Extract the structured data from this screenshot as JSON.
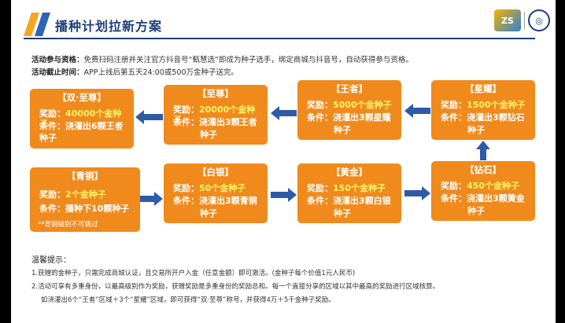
{
  "header": {
    "title": "播种计划拉新方案"
  },
  "info": {
    "qualify_label": "活动参与资格：",
    "qualify_text": "免费扫码注册并关注官方抖音号“甄慧选”即成为种子选手，绑定商城与抖音号，自动获得参与资格。",
    "deadline_label": "活动截止时间：",
    "deadline_text": "APP上线后第五天24:00或500万金种子送完。"
  },
  "cards": {
    "shuang_zhizun": {
      "title": "【双·至尊】",
      "reward_label": "奖励：",
      "reward_value": "40000个金种子",
      "cond_label": "条件：",
      "cond_line1": "浇灌出6颗王者",
      "cond_line2": "种子"
    },
    "zhizun": {
      "title": "【至尊】",
      "reward_label": "奖励：",
      "reward_value": "20000个金种子",
      "cond_label": "条件：",
      "cond_line1": "浇灌出3颗王者",
      "cond_line2": "种子"
    },
    "wangzhe": {
      "title": "【王者】",
      "reward_label": "奖励：",
      "reward_value": "5000个金种子",
      "cond_label": "条件：",
      "cond_line1": "浇灌出3颗星耀",
      "cond_line2": "种子"
    },
    "xingyao": {
      "title": "【星耀】",
      "reward_label": "奖励：",
      "reward_value": "1500个金种子",
      "cond_label": "条件：",
      "cond_line1": "浇灌出3颗钻石",
      "cond_line2": "种子"
    },
    "qingtong": {
      "title": "【青铜】",
      "reward_label": "奖励：",
      "reward_value": "2个金种子",
      "cond_label": "条件：",
      "cond_line1": "播种下10颗种子",
      "note": "**青铜级别不可跳过"
    },
    "baiyin": {
      "title": "【白银】",
      "reward_label": "奖励：",
      "reward_value": "50个金种子",
      "cond_label": "条件：",
      "cond_line1": "浇灌出3颗青铜",
      "cond_line2": "种子"
    },
    "huangjin": {
      "title": "【黄金】",
      "reward_label": "奖励：",
      "reward_value": "150个金种子",
      "cond_label": "条件：",
      "cond_line1": "浇灌出3颗白银",
      "cond_line2": "种子"
    },
    "zuanshi": {
      "title": "【钻石】",
      "reward_label": "奖励：",
      "reward_value": "450个金种子",
      "cond_label": "条件：",
      "cond_line1": "浇灌出3颗黄金",
      "cond_line2": "种子"
    }
  },
  "tips": {
    "heading": "温馨提示：",
    "line1": "1.获赠的金种子，只需完成商城认证，且交易所开户入金（任意金额）即可激活。(金种子每个价值1元人民币)",
    "line2": "2.活动可享有多重身份，以最高级别作为奖励，获赠奖励是多重身份的奖励总和。每一个直接分享的区域以其中最高的奖励进行区域核算。",
    "line3": "如浇灌出6个“王者”区域＋3个“星耀”区域，即可获得“双·至尊”称号，并获得4万＋5千金种子奖励。"
  },
  "colors": {
    "card": "#f08a1d",
    "highlight": "#fff36b",
    "arrow": "#2e5aa8",
    "title": "#1f3d7a"
  }
}
